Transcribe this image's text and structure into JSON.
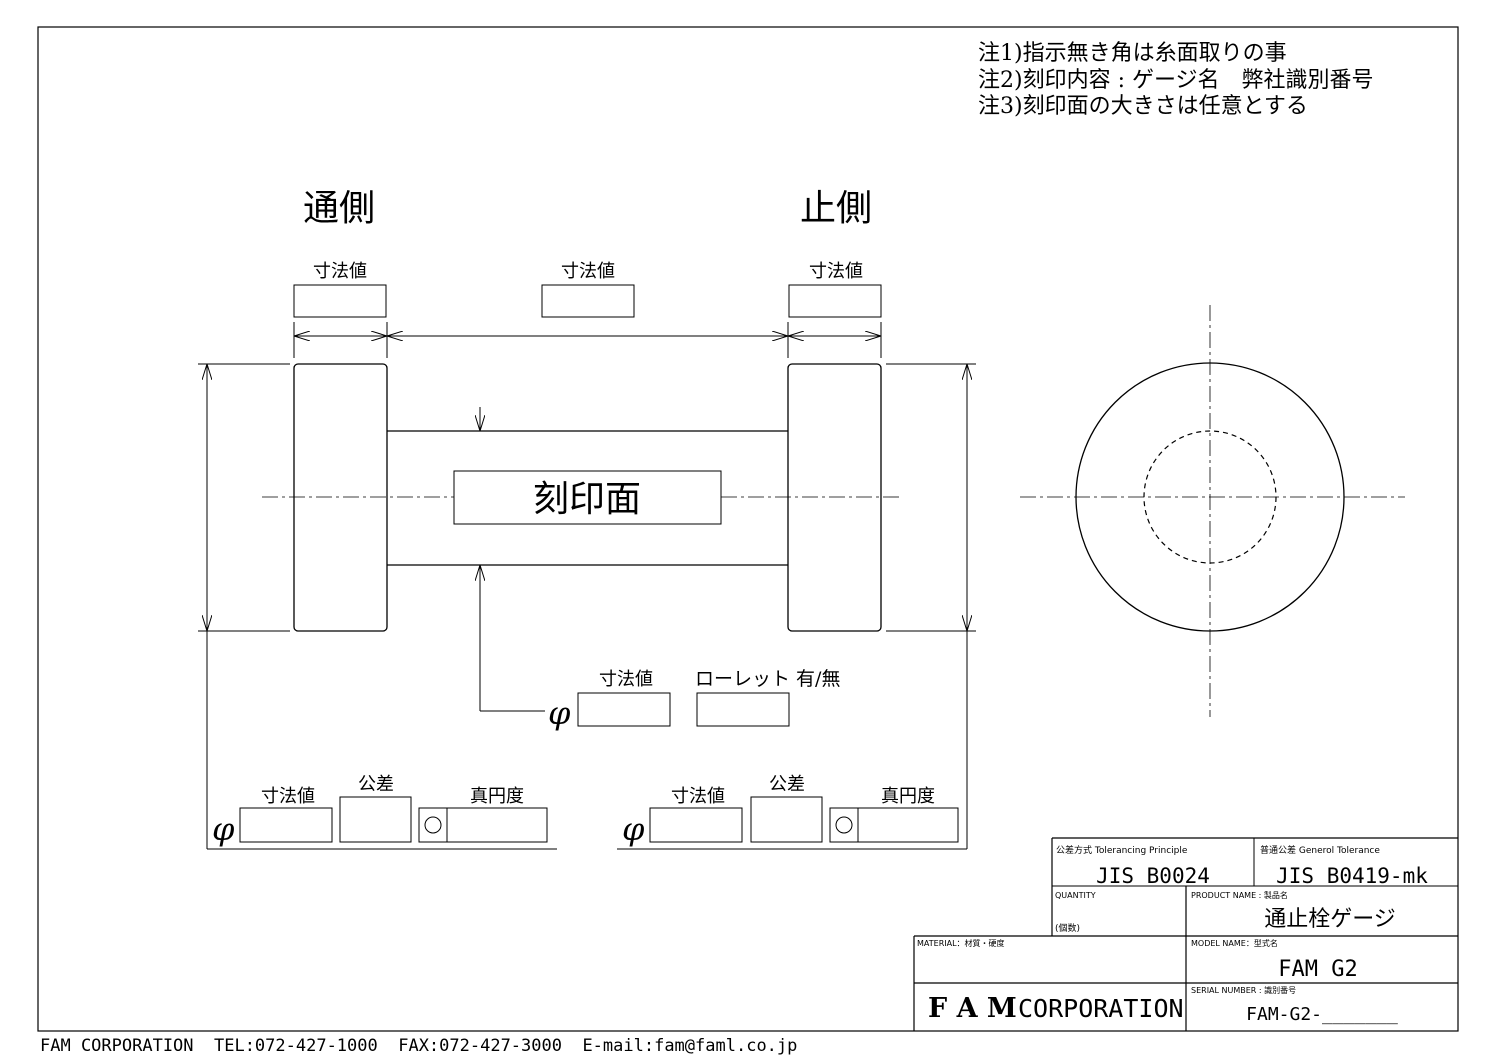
{
  "notes": [
    "注1)指示無き角は糸面取りの事",
    "注2)刻印内容 : ゲージ名　弊社識別番号",
    "注3)刻印面の大きさは任意とする"
  ],
  "labels": {
    "go_side": "通側",
    "nogo_side": "止側",
    "dim_value": "寸法値",
    "engrave_surface": "刻印面",
    "knurl": "ローレット 有/無",
    "tolerance": "公差",
    "roundness": "真円度",
    "phi": "φ"
  },
  "title_block": {
    "tolerancing_principle_label": "公差方式 Tolerancing Principle",
    "tolerancing_principle_value": "JIS B0024",
    "general_tolerance_label": "普通公差 Generol Tolerance",
    "general_tolerance_value": "JIS B0419-mk",
    "quantity_label": "QUANTITY",
    "quantity_sub": "(個数)",
    "product_name_label": "PRODUCT NAME : 製品名",
    "product_name_value": "通止栓ゲージ",
    "material_label": "MATERIAL：材質・硬度",
    "model_name_label": "MODEL NAME：型式名",
    "model_name_value": "FAM G2",
    "company_bold": "F A M",
    "company_rest": "CORPORATION",
    "serial_label": "SERIAL NUMBER : 識別番号",
    "serial_value": "FAM-G2-_______"
  },
  "footer": "FAM CORPORATION  TEL:072-427-1000  FAX:072-427-3000  E-mail:fam@faml.co.jp"
}
